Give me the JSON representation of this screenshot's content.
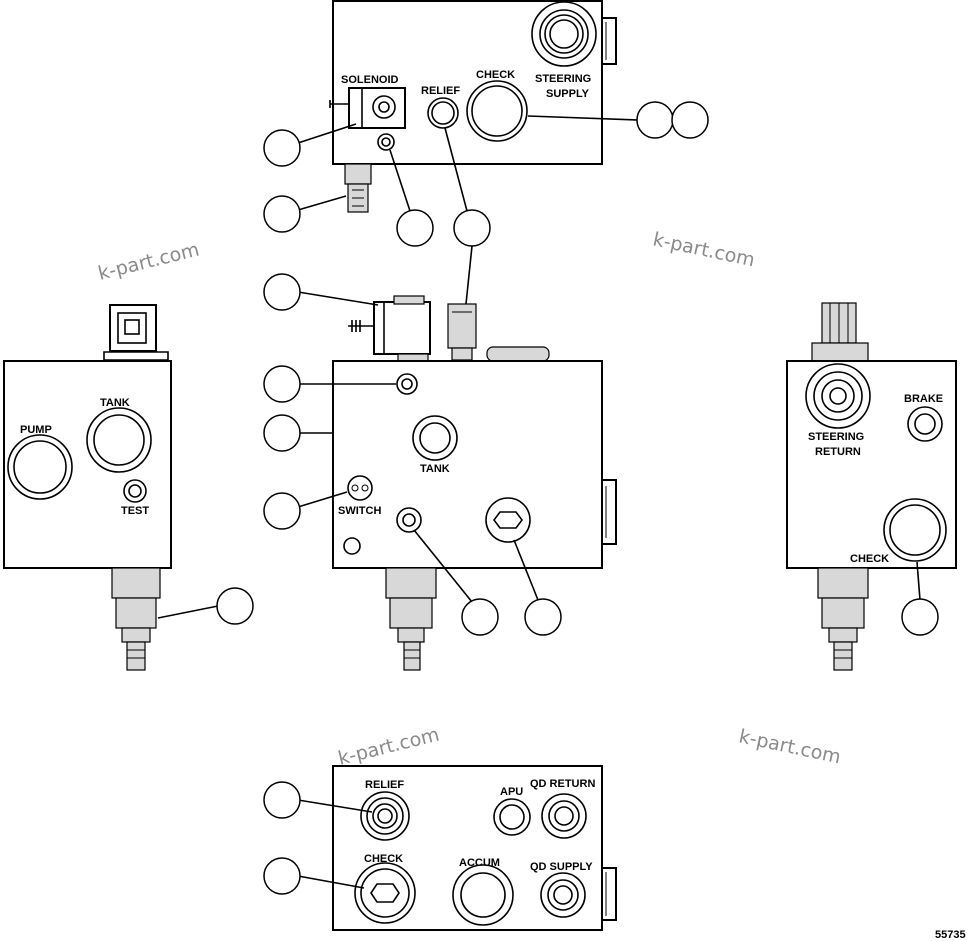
{
  "labels": {
    "solenoid": "SOLENOID",
    "relief_top": "RELIEF",
    "check_top": "CHECK",
    "steering_supply_1": "STEERING",
    "steering_supply_2": "SUPPLY",
    "pump": "PUMP",
    "tank_left": "TANK",
    "test": "TEST",
    "tank_center": "TANK",
    "switch": "SWITCH",
    "brake": "BRAKE",
    "steering_return_1": "STEERING",
    "steering_return_2": "RETURN",
    "check_right": "CHECK",
    "relief_bottom": "RELIEF",
    "apu": "APU",
    "qd_return": "QD RETURN",
    "check_bottom": "CHECK",
    "accum": "ACCUM",
    "qd_supply": "QD SUPPLY"
  },
  "watermark": "k-part.com",
  "figure_number": "55735"
}
